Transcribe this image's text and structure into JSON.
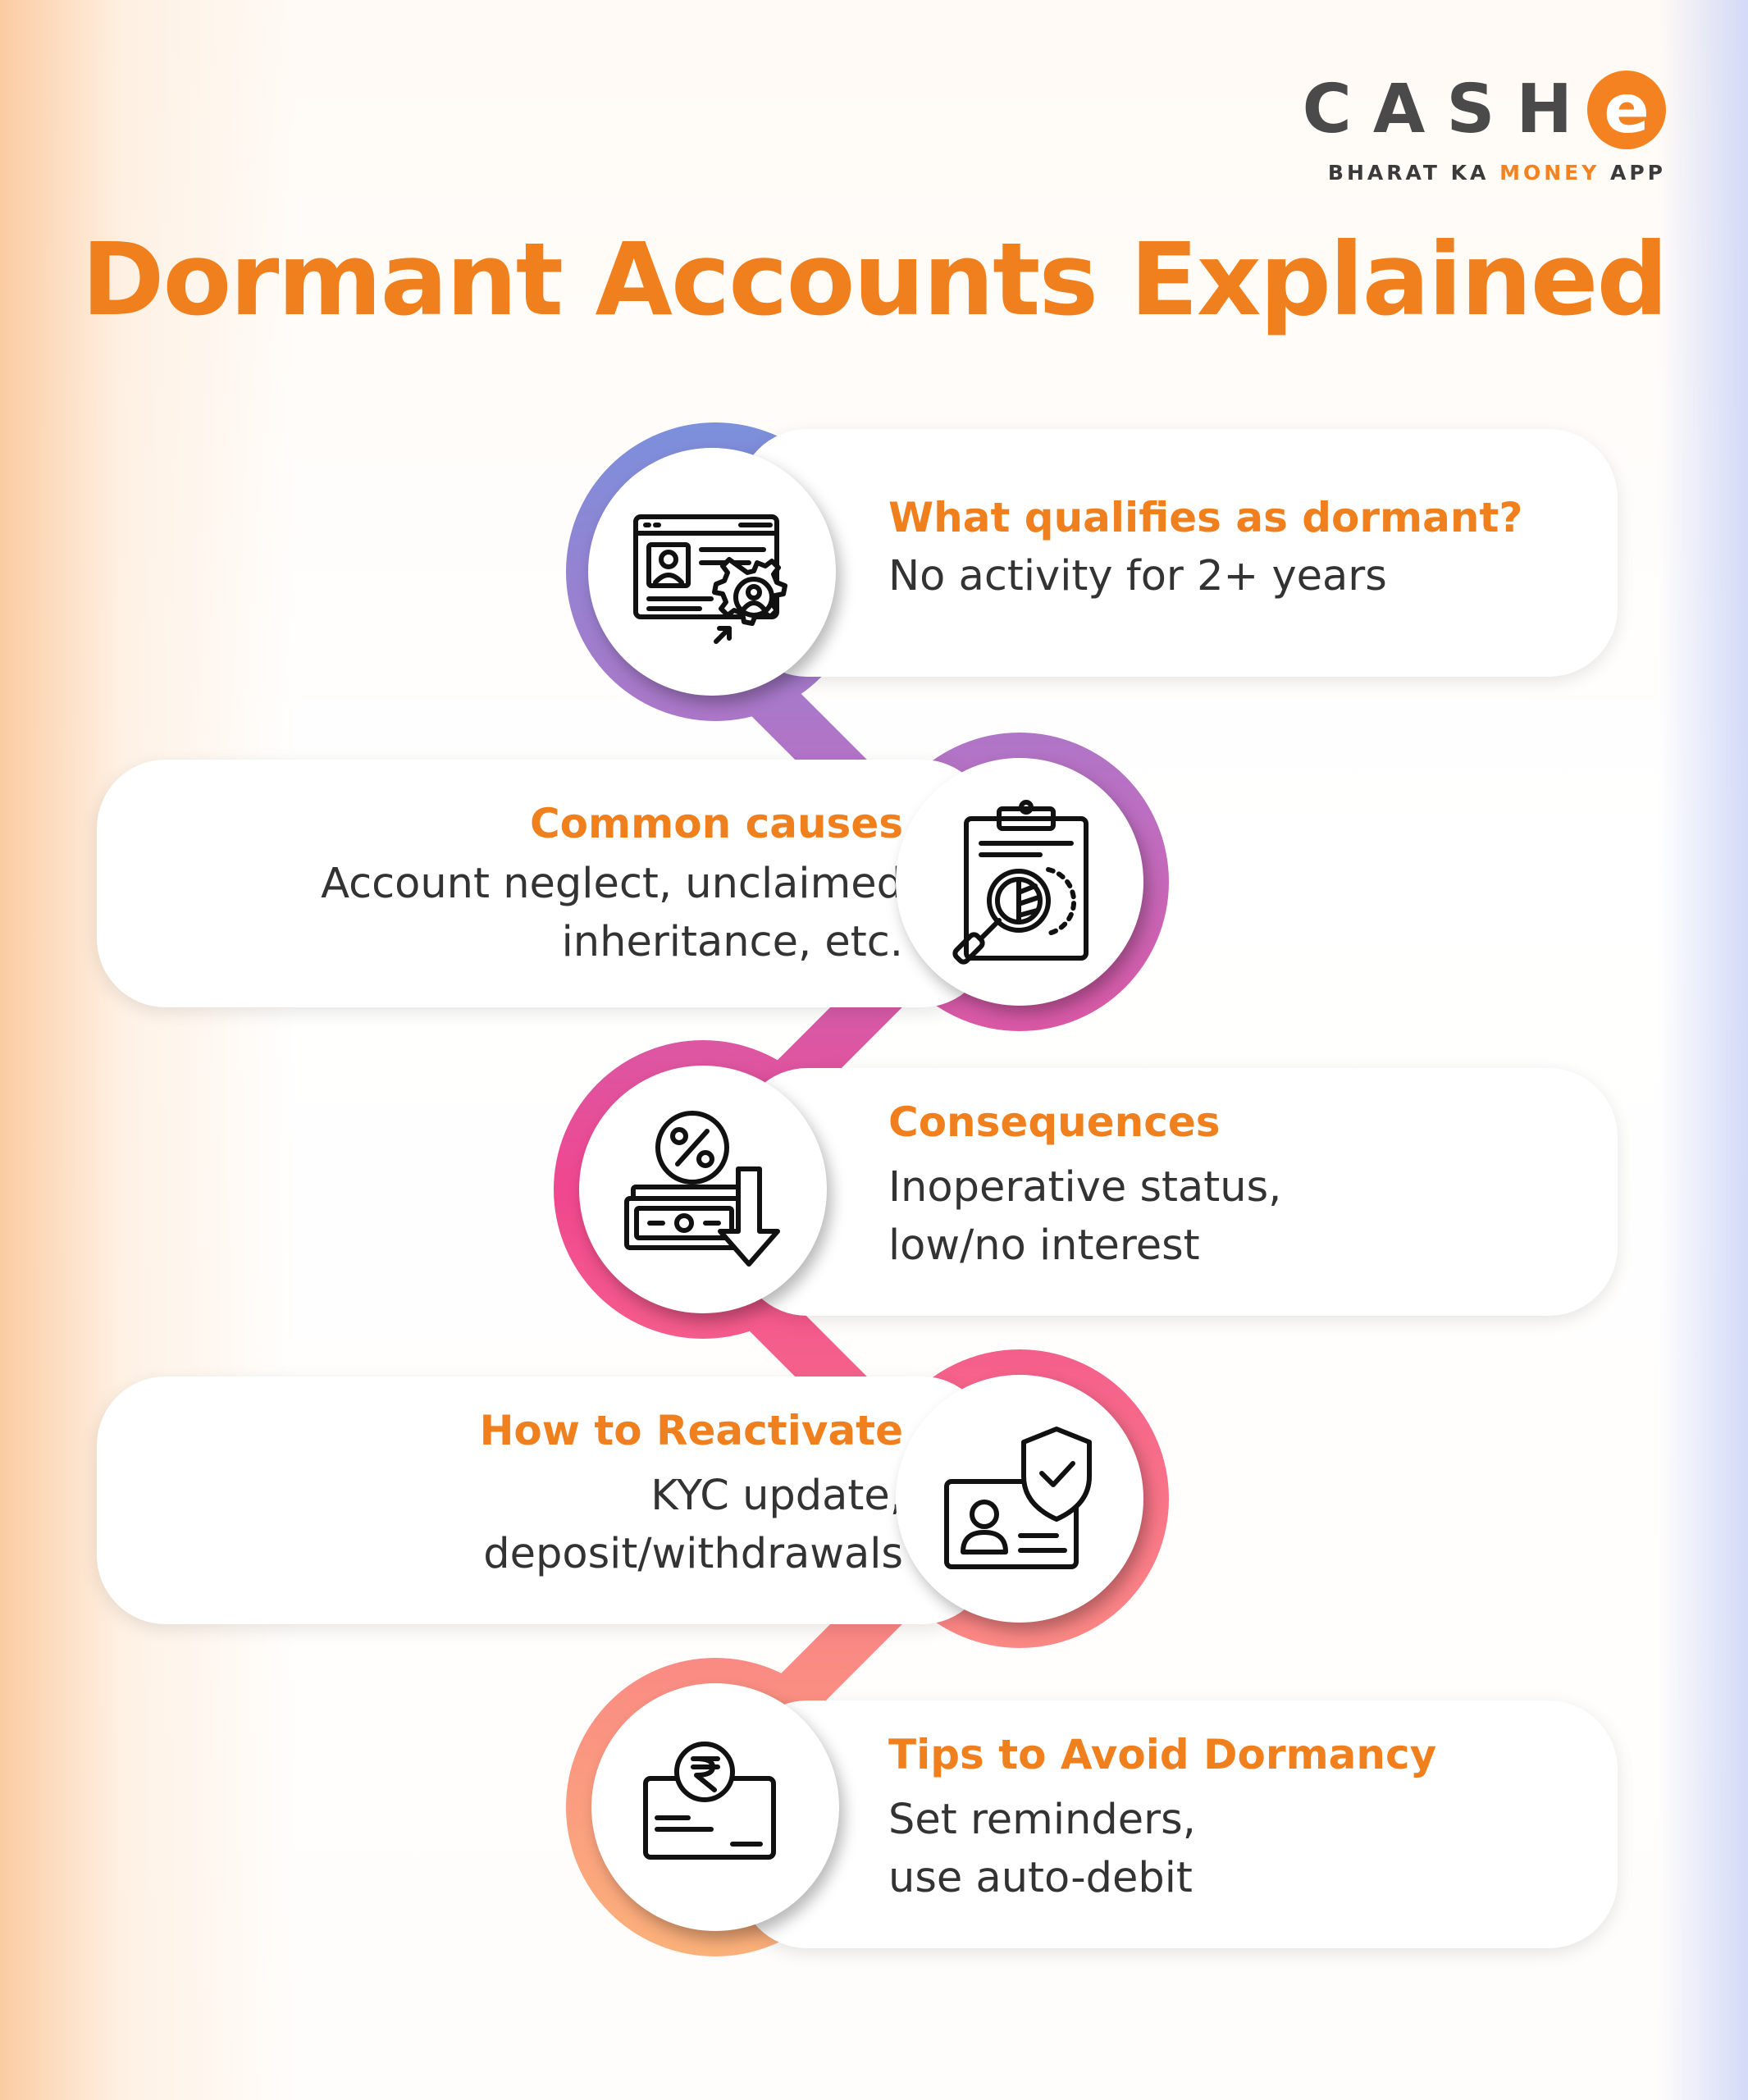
{
  "brand": {
    "word": "CASH",
    "e_letter": "e",
    "tagline_prefix": "BHARAT KA ",
    "tagline_highlight": "MONEY",
    "tagline_suffix": " APP",
    "color": "#f58220"
  },
  "title": "Dormant Accounts Explained",
  "colors": {
    "title": "#f07f1e",
    "ring_start": "#7b90dc",
    "ring_mid": "#f0478f",
    "ring_end": "#fbb27a"
  },
  "steps": [
    {
      "heading": "What qualifies as dormant?",
      "lines": [
        "No activity for 2+ years"
      ],
      "icon": "id-card-settings-icon",
      "side": "right"
    },
    {
      "heading": "Common causes",
      "lines": [
        "Account neglect, unclaimed",
        "inheritance, etc."
      ],
      "icon": "clipboard-magnifier-icon",
      "side": "left"
    },
    {
      "heading": "Consequences",
      "lines": [
        "Inoperative status,",
        "low/no interest"
      ],
      "icon": "percent-money-down-icon",
      "side": "right"
    },
    {
      "heading": "How to Reactivate",
      "lines": [
        "KYC update,",
        "deposit/withdrawals"
      ],
      "icon": "id-shield-check-icon",
      "side": "left"
    },
    {
      "heading": "Tips to Avoid Dormancy",
      "lines": [
        "Set reminders,",
        "use auto-debit"
      ],
      "icon": "rupee-card-icon",
      "side": "right"
    }
  ]
}
